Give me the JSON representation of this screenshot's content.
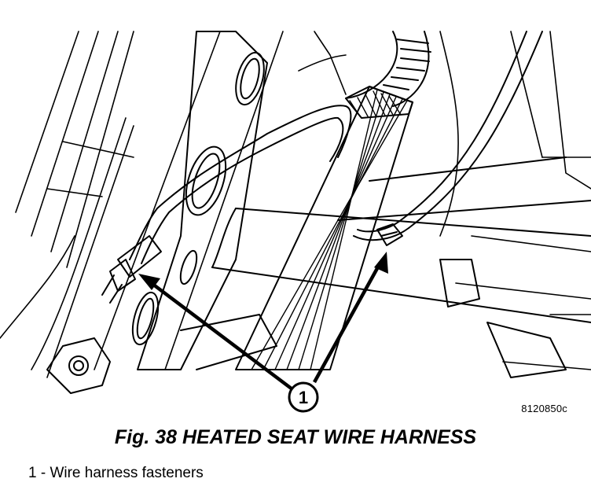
{
  "figure": {
    "image_id": "8120850c",
    "caption": "Fig. 38 HEATED SEAT WIRE HARNESS",
    "callout_number": "1"
  },
  "legend": [
    {
      "text": "1 - Wire harness fasteners"
    }
  ]
}
